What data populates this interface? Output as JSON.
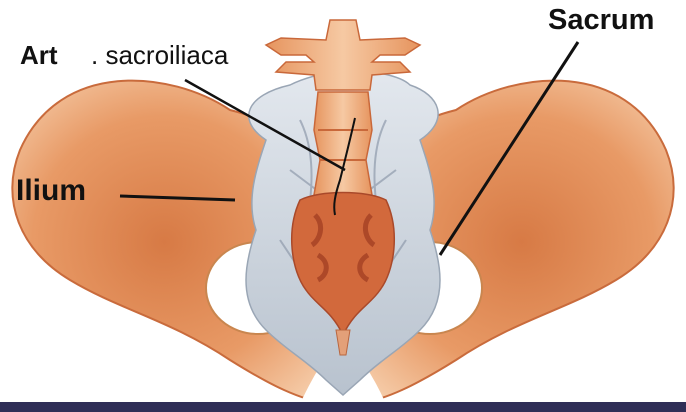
{
  "labels": {
    "art_bold": "Art",
    "art_rest": ". sacroiliaca",
    "ilium": "Ilium",
    "sacrum": "Sacrum"
  },
  "colors": {
    "bone_light": "#f2c19c",
    "bone_mid": "#e3915c",
    "bone_dark": "#c9683a",
    "ligament": "#cdd5df",
    "ligament_shadow": "#9aa6b5",
    "sacrum_muscle": "#c8562e",
    "leader_line": "#111111",
    "bottom_bar": "#2f2e57"
  }
}
